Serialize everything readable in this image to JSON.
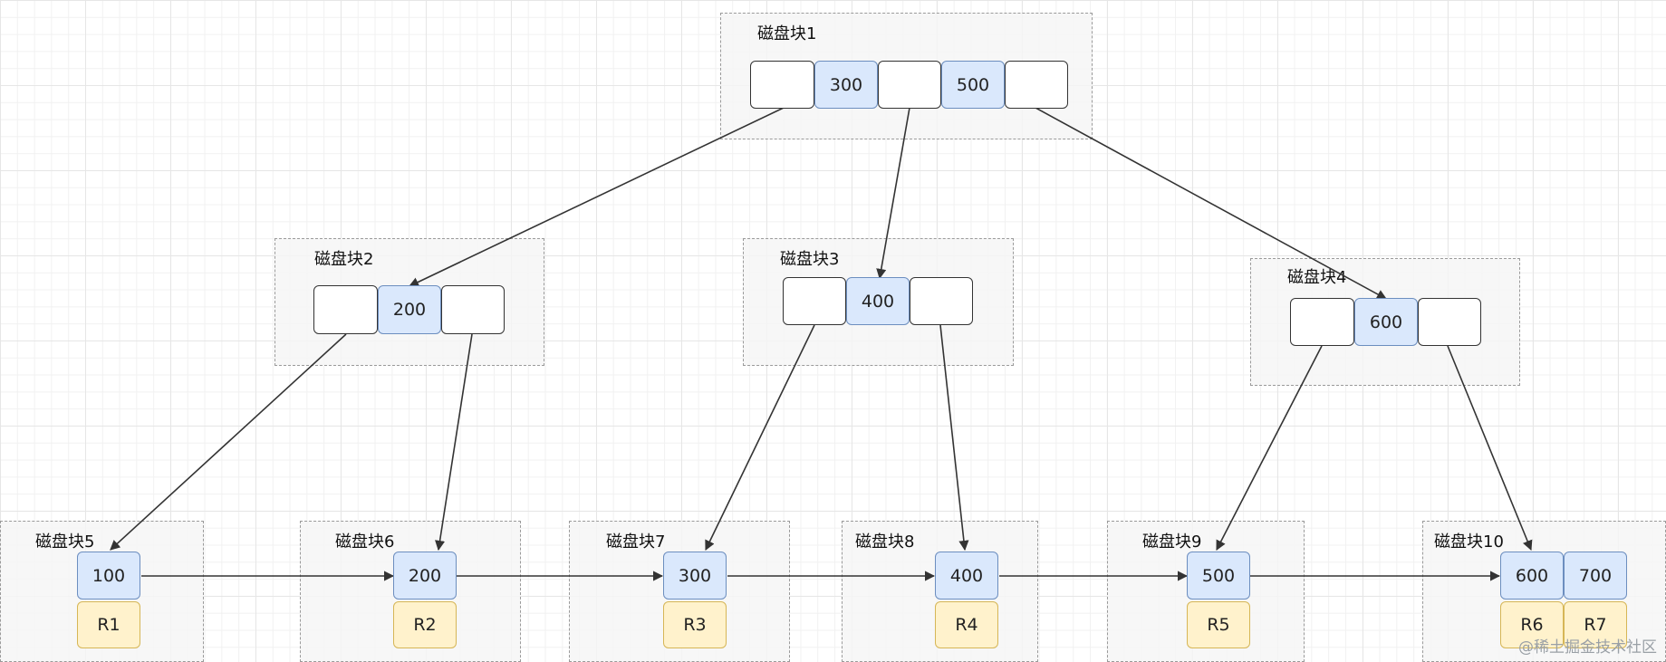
{
  "blocks": [
    {
      "label": "磁盘块1"
    },
    {
      "label": "磁盘块2"
    },
    {
      "label": "磁盘块3"
    },
    {
      "label": "磁盘块4"
    },
    {
      "label": "磁盘块5"
    },
    {
      "label": "磁盘块6"
    },
    {
      "label": "磁盘块7"
    },
    {
      "label": "磁盘块8"
    },
    {
      "label": "磁盘块9"
    },
    {
      "label": "磁盘块10"
    }
  ],
  "keys": {
    "b1": [
      "300",
      "500"
    ],
    "b2": [
      "200"
    ],
    "b3": [
      "400"
    ],
    "b4": [
      "600"
    ]
  },
  "leaves": [
    {
      "keys": [
        "100"
      ],
      "records": [
        "R1"
      ]
    },
    {
      "keys": [
        "200"
      ],
      "records": [
        "R2"
      ]
    },
    {
      "keys": [
        "300"
      ],
      "records": [
        "R3"
      ]
    },
    {
      "keys": [
        "400"
      ],
      "records": [
        "R4"
      ]
    },
    {
      "keys": [
        "500"
      ],
      "records": [
        "R5"
      ]
    },
    {
      "keys": [
        "600",
        "700"
      ],
      "records": [
        "R6",
        "R7"
      ]
    }
  ],
  "watermark": "@稀土掘金技术社区",
  "colors": {
    "key_fill": "#dae8fc",
    "key_border": "#6c8ebf",
    "record_fill": "#fff2cc",
    "record_border": "#d6b656",
    "edge": "#333333"
  }
}
